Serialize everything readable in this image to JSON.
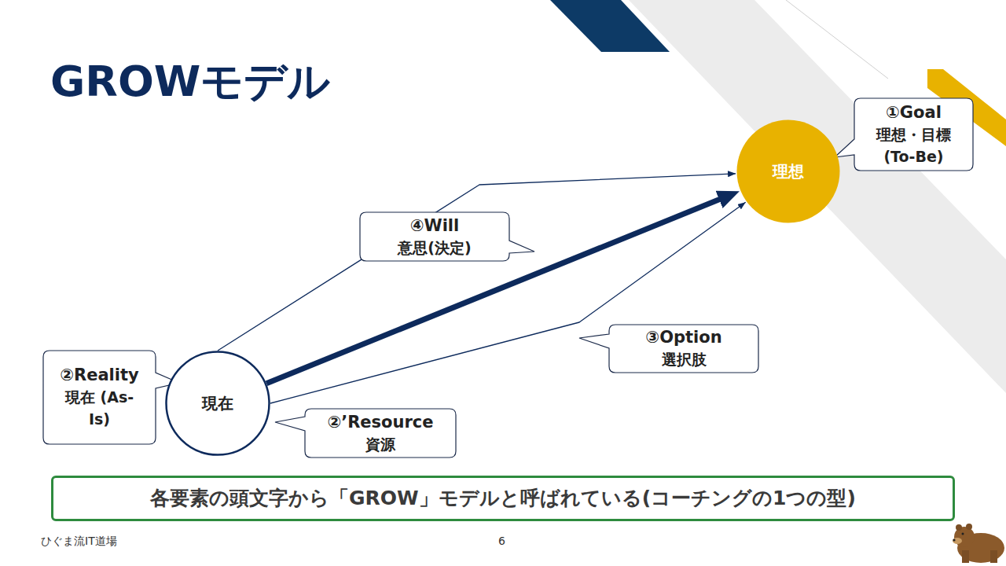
{
  "diagram": {
    "title": "GROWモデル",
    "nodes": [
      {
        "text": [
          "①Goal",
          "理想・目標 (To-Be)"
        ]
      },
      {
        "text": [
          "理想"
        ]
      },
      {
        "text": [
          "④Will",
          "意思(決定)"
        ]
      },
      {
        "text": [
          "③Option",
          "選択肢"
        ]
      },
      {
        "text": [
          "②Reality",
          "現在 (As-Is)"
        ]
      },
      {
        "text": [
          "現在"
        ]
      },
      {
        "text": [
          "②’Resource",
          "資源"
        ]
      },
      {
        "text": [
          "各要素の頭文字から「GROW」モデルと呼ばれている(コーチングの1つの型)"
        ]
      }
    ],
    "edges": [
      {
        "from": 5,
        "to": 1,
        "arrow": "to"
      },
      {
        "from": 5,
        "to": 1,
        "arrow": "to"
      },
      {
        "from": 5,
        "to": 1,
        "arrow": "to"
      }
    ],
    "labels": [
      "ひぐま流IT道場",
      "6"
    ]
  }
}
